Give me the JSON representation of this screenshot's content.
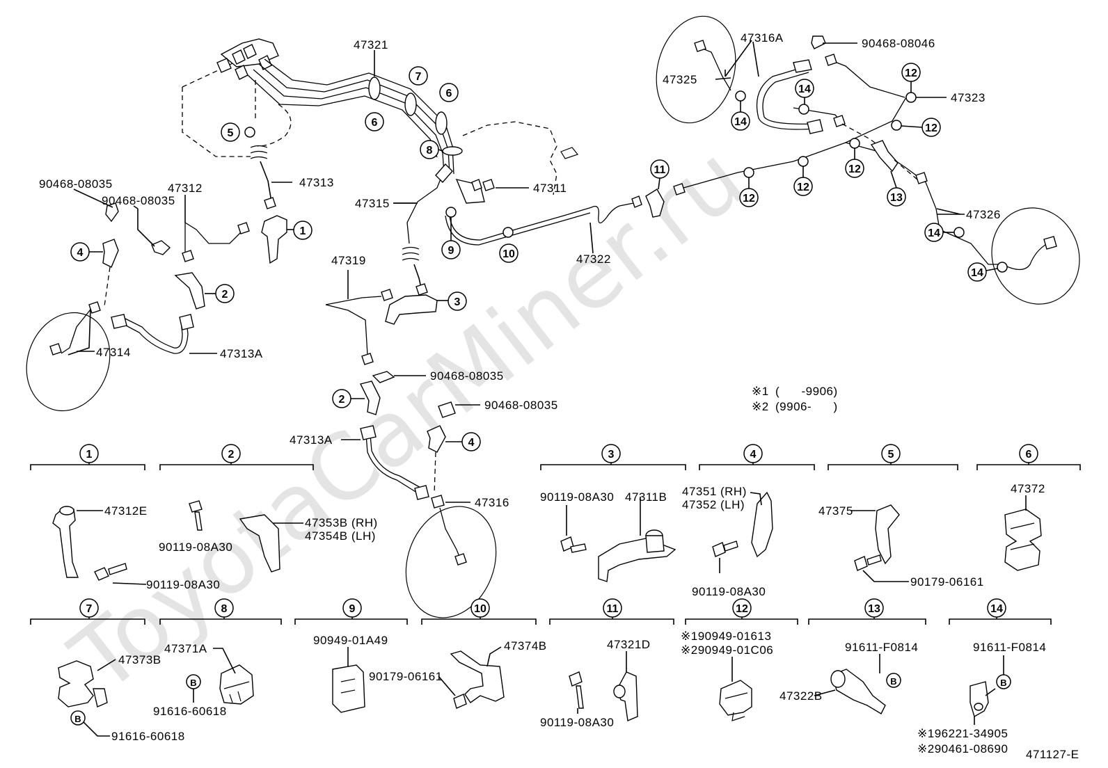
{
  "watermark": "ToyotaCarMiner.ru",
  "diagram_id": "471127-E",
  "notes": [
    {
      "mark": "※1",
      "text": "(      -9906)"
    },
    {
      "mark": "※2",
      "text": "(9906-      )"
    }
  ],
  "top_labels": {
    "l47321": "47321",
    "l47313": "47313",
    "l47312": "47312",
    "l90468a": "90468-08035",
    "l90468b": "90468-08035",
    "l47314": "47314",
    "l47313A": "47313A",
    "l47315": "47315",
    "l47311": "47311",
    "l47319": "47319",
    "l47322": "47322",
    "l90468c": "90468-08035",
    "l90468d": "90468-08035",
    "l47313A2": "47313A",
    "l47316": "47316",
    "l47316A": "47316A",
    "l47325": "47325",
    "l90468e": "90468-08046",
    "l47323": "47323",
    "l47326": "47326"
  },
  "callouts": {
    "c5": "5",
    "c6a": "6",
    "c7": "7",
    "c6b": "6",
    "c8": "8",
    "c1": "1",
    "c4a": "4",
    "c2a": "2",
    "c9": "9",
    "c10": "10",
    "c3": "3",
    "c11": "11",
    "c2b": "2",
    "c4b": "4",
    "c14a": "14",
    "c14b": "14",
    "c12a": "12",
    "c12b": "12",
    "c12c": "12",
    "c12d": "12",
    "c12e": "12",
    "c13": "13",
    "c14c": "14",
    "c14d": "14"
  },
  "groups": [
    {
      "num": "1",
      "labels": {
        "a": "47312E",
        "b": "90119-08A30"
      }
    },
    {
      "num": "2",
      "labels": {
        "a": "90119-08A30",
        "b": "47353B (RH)",
        "c": "47354B (LH)"
      }
    },
    {
      "num": "3",
      "labels": {
        "a": "90119-08A30",
        "b": "47311B"
      }
    },
    {
      "num": "4",
      "labels": {
        "a": "47351 (RH)",
        "b": "47352 (LH)",
        "c": "90119-08A30"
      }
    },
    {
      "num": "5",
      "labels": {
        "a": "47375",
        "b": "90179-06161"
      }
    },
    {
      "num": "6",
      "labels": {
        "a": "47372"
      }
    },
    {
      "num": "7",
      "labels": {
        "a": "47373B",
        "b": "91616-60618"
      }
    },
    {
      "num": "8",
      "labels": {
        "a": "47371A",
        "b": "91616-60618"
      }
    },
    {
      "num": "9",
      "labels": {
        "a": "90949-01A49"
      }
    },
    {
      "num": "10",
      "labels": {
        "a": "47374B",
        "b": "90179-06161"
      }
    },
    {
      "num": "11",
      "labels": {
        "a": "47321D",
        "b": "90119-08A30"
      }
    },
    {
      "num": "12",
      "labels": {
        "a": "※190949-01613",
        "b": "※290949-01C06"
      }
    },
    {
      "num": "13",
      "labels": {
        "a": "91611-F0814",
        "b": "47322B"
      }
    },
    {
      "num": "14",
      "labels": {
        "a": "91611-F0814",
        "b": "※196221-34905",
        "c": "※290461-08690"
      }
    }
  ],
  "badge": "B"
}
